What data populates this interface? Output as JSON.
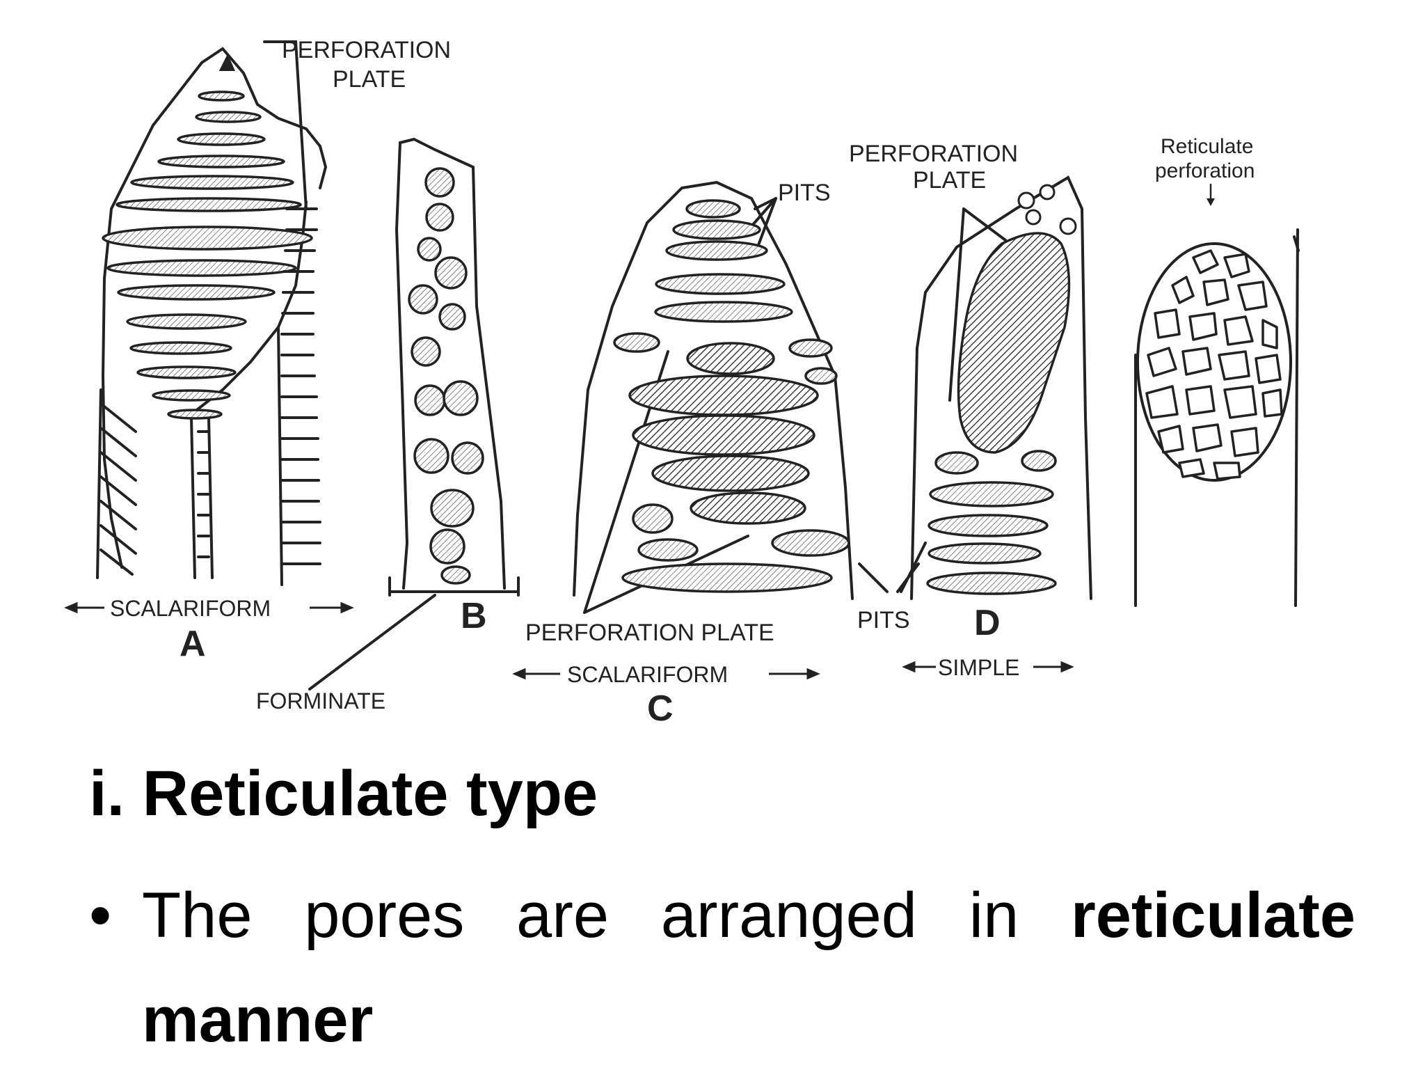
{
  "figure": {
    "a": {
      "perforation_plate": "PERFORATION",
      "perforation_plate_2": "PLATE",
      "type": "SCALARIFORM",
      "letter": "A"
    },
    "b": {
      "letter": "B",
      "plate_type": "FORMINATE"
    },
    "c": {
      "pits": "PITS",
      "perforation_plate": "PERFORATION PLATE",
      "type": "SCALARIFORM",
      "letter": "C"
    },
    "d": {
      "perforation_plate": "PERFORATION",
      "perforation_plate_2": "PLATE",
      "pits": "PITS",
      "letter": "D",
      "type": "SIMPLE"
    },
    "e": {
      "label_1": "Reticulate",
      "label_2": "perforation"
    }
  },
  "heading": "i. Reticulate type",
  "bullet": {
    "marker": "•",
    "text_before": "The pores are arranged in ",
    "text_bold": "reticulate manner"
  },
  "colors": {
    "ink": "#000000",
    "figure_ink": "#222222",
    "background": "#ffffff"
  }
}
